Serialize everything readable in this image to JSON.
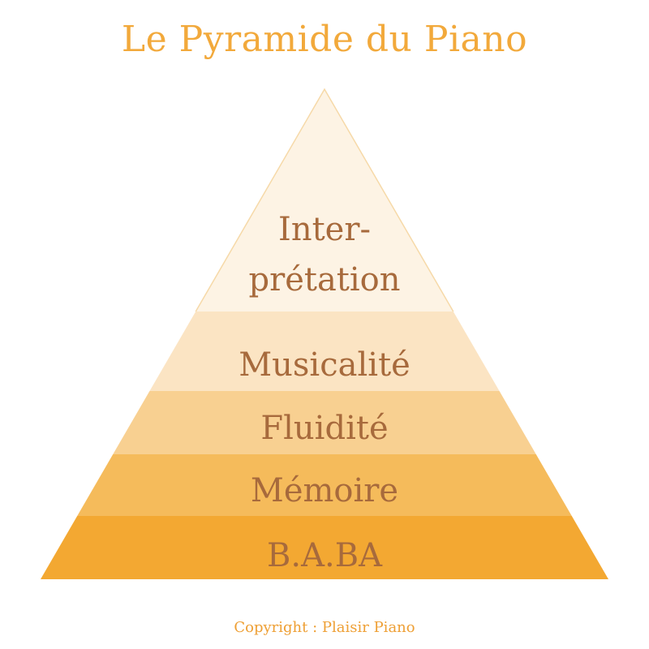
{
  "title": "Le Pyramide du Piano",
  "levels": [
    {
      "label_lines": [
        "Inter-",
        "prétation"
      ],
      "color": "#fdf3e4"
    },
    {
      "label_lines": [
        "Musicalité"
      ],
      "color": "#fbe4c3"
    },
    {
      "label_lines": [
        "Fluidité"
      ],
      "color": "#f8d091"
    },
    {
      "label_lines": [
        "Mémoire"
      ],
      "color": "#f5bb5b"
    },
    {
      "label_lines": [
        "B.A.BA"
      ],
      "color": "#f3a832"
    }
  ],
  "colors": {
    "title": "#f2a93b",
    "label_text": "#a76a3c",
    "copyright": "#ee9f34",
    "apex_outline": "#f6d9a8"
  },
  "copyright": "Copyright : Plaisir Piano"
}
